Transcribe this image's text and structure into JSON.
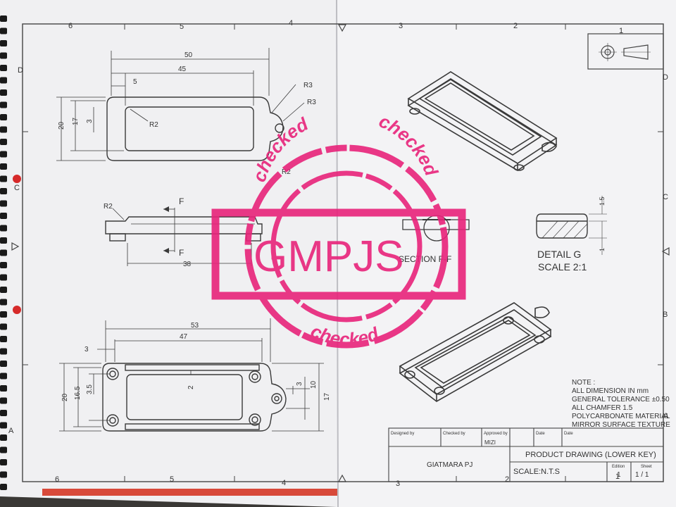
{
  "sheet": {
    "zone_numbers_top": [
      "6",
      "5",
      "4",
      "3",
      "2",
      "1"
    ],
    "zone_numbers_bottom": [
      "6",
      "5",
      "4",
      "3",
      "2",
      "1"
    ],
    "zone_letters_left": [
      "D",
      "C",
      "A"
    ],
    "zone_letters_right": [
      "D",
      "C",
      "B",
      "A"
    ]
  },
  "top_view": {
    "dims": [
      "50",
      "45",
      "5",
      "R3",
      "R3",
      "20",
      "17",
      "3",
      "R2",
      "R2"
    ]
  },
  "side_view": {
    "dims": [
      "R2",
      "F",
      "F",
      "38"
    ]
  },
  "bottom_view": {
    "dims": [
      "53",
      "47",
      "3",
      "20",
      "16.5",
      "3.5",
      "2",
      "3",
      "10",
      "17"
    ]
  },
  "section": {
    "label": "SECTION F-F"
  },
  "detail": {
    "label": "DETAIL  G",
    "scale": "SCALE 2:1",
    "dims": [
      "1.5",
      "1"
    ]
  },
  "notes": {
    "heading": "NOTE :",
    "lines": [
      "ALL DIMENSION IN mm",
      "GENERAL TOLERANCE ±0.50",
      "ALL CHAMFER 1.5",
      "POLYCARBONATE MATERIAL",
      "MIRROR SURFACE TEXTURE"
    ]
  },
  "title_block": {
    "designed_by_label": "Designed by",
    "checked_by_label": "Checked by",
    "approved_by_label": "Approved by",
    "date_label_1": "Date",
    "date_label_2": "Date",
    "approver": "MIZI",
    "company": "GIATMARA PJ",
    "title": "PRODUCT DRAWING (LOWER KEY)",
    "scale": "SCALE:N.T.S",
    "edition_label": "Edition",
    "edition": "1",
    "sheet_label": "Sheet",
    "sheet": "1 / 1"
  },
  "stamp": {
    "text": "GMPJS",
    "ring_word": "checked"
  },
  "colors": {
    "paper": "#f4f4f6",
    "line": "#3a3a3a",
    "stamp": "#e8237a",
    "binder": "#1a1a1a",
    "dot": "#d62a2a"
  }
}
